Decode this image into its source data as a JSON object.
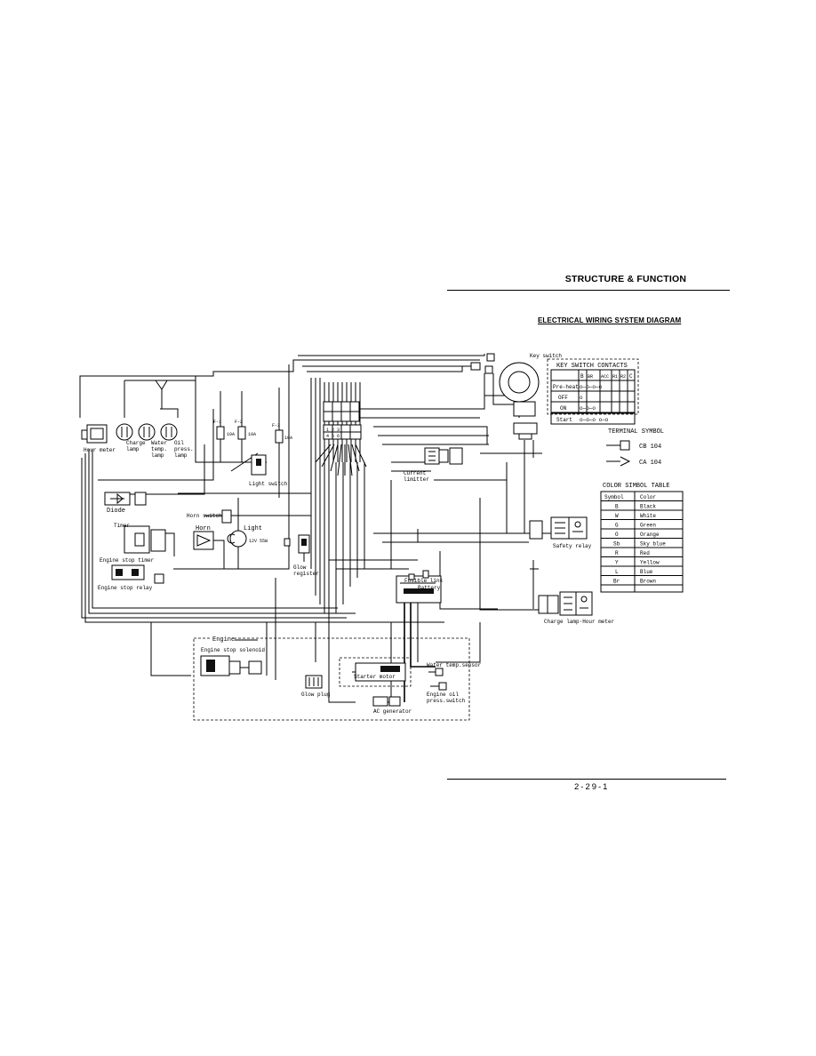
{
  "header": {
    "section_title": "STRUCTURE & FUNCTION"
  },
  "diagram": {
    "title": "ELECTRICAL WIRING SYSTEM DIAGRAM",
    "components": {
      "hour_meter": "Hour meter",
      "charge_lamp": "Charge\nlamp",
      "water_temp_lamp": "Water\ntemp.\nlamp",
      "oil_press_lamp": "Oil\npress.\nlamp",
      "diode": "Diode",
      "timer": "Timer",
      "engine_stop_timer": "Engine stop timer",
      "engine_stop_relay": "Engine stop relay",
      "horn_switch": "Horn switch",
      "horn": "Horn",
      "light": "Light",
      "light_switch": "Light switch",
      "glow_register": "Glow\nregister",
      "key_switch": "Key switch",
      "current_limiter": "Current\nlimitter",
      "safety_relay": "Safety relay",
      "fusible_link": "Fusible link",
      "battery": "Battery",
      "charge_lamp_hour_meter": "Charge lamp·Hour meter",
      "engine_group": "Engine",
      "engine_stop_solenoid": "Engine stop solenoid",
      "glow_plug": "Glow plug",
      "starter_motor": "Starter motor",
      "water_temp_sensor": "Water temp.sensor",
      "engine_oil_press_switch": "Engine oil\npress.switch",
      "ac_generator": "AC generator",
      "fuse_labels": [
        "F-1",
        "F-2",
        "F-3"
      ],
      "fuse_ratings": [
        "10A",
        "10A",
        "10A"
      ],
      "light_rating": "12V 55W"
    },
    "key_switch_table": {
      "title": "KEY SWITCH CONTACTS",
      "columns": [
        "",
        "B",
        "BR",
        "ACC",
        "R1",
        "R2",
        "C"
      ],
      "rows": [
        {
          "label": "Pre-heat",
          "pattern": "o—o—o—o"
        },
        {
          "label": "OFF",
          "pattern": "o"
        },
        {
          "label": "ON",
          "pattern": "o—o—o"
        },
        {
          "label": "Start",
          "pattern": "o—o—o      o—o"
        }
      ]
    },
    "terminal_symbol": {
      "title": "TERMINAL SYMBOL",
      "items": [
        {
          "shape": "square",
          "code": "CB 104"
        },
        {
          "shape": "triangle",
          "code": "CA 104"
        }
      ]
    },
    "color_table": {
      "title": "COLOR SIMBOL TABLE",
      "headers": [
        "Symbol",
        "Color"
      ],
      "rows": [
        [
          "B",
          "Black"
        ],
        [
          "W",
          "White"
        ],
        [
          "G",
          "Green"
        ],
        [
          "O",
          "Orange"
        ],
        [
          "Sb",
          "Sky blue"
        ],
        [
          "R",
          "Red"
        ],
        [
          "Y",
          "Yellow"
        ],
        [
          "L",
          "Blue"
        ],
        [
          "Br",
          "Brown"
        ]
      ]
    }
  },
  "footer": {
    "page_number": "2-29-1"
  }
}
